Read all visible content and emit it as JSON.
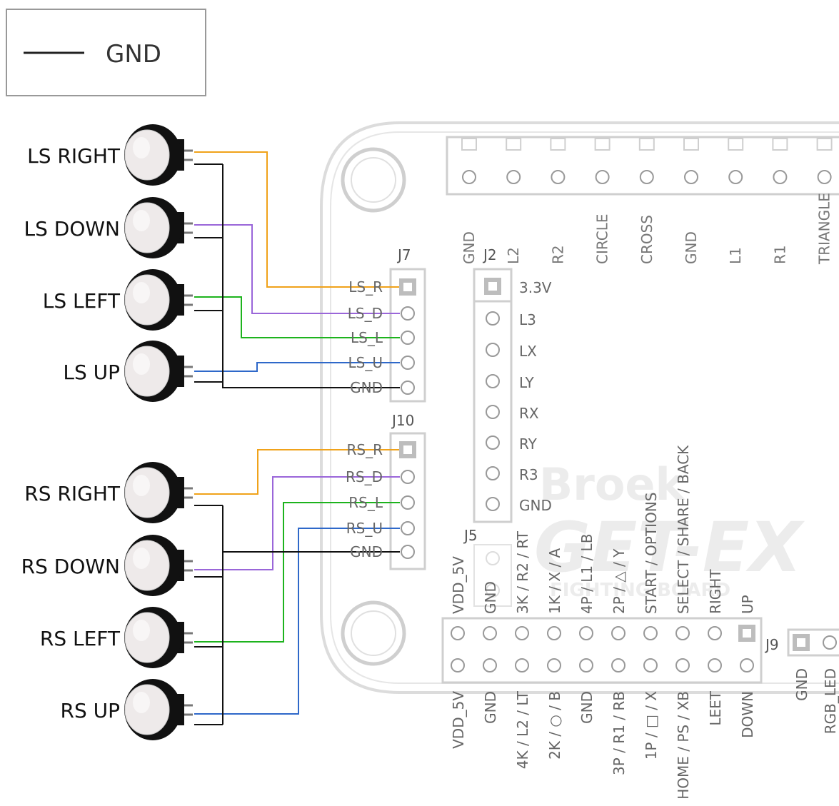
{
  "legend": {
    "label": "GND"
  },
  "buttons": [
    {
      "label": "LS RIGHT",
      "wire": "#f0a21a"
    },
    {
      "label": "LS DOWN",
      "wire": "#9a66d9"
    },
    {
      "label": "LS LEFT",
      "wire": "#1db31d"
    },
    {
      "label": "LS UP",
      "wire": "#2e68c9"
    },
    {
      "label": "RS RIGHT",
      "wire": "#f0a21a"
    },
    {
      "label": "RS DOWN",
      "wire": "#9a66d9"
    },
    {
      "label": "RS LEFT",
      "wire": "#1db31d"
    },
    {
      "label": "RS UP",
      "wire": "#2e68c9"
    }
  ],
  "j7": {
    "title": "J7",
    "pins": [
      "LS_R",
      "LS_D",
      "LS_L",
      "LS_U",
      "GND"
    ]
  },
  "j10": {
    "title": "J10",
    "pins": [
      "RS_R",
      "RS_D",
      "RS_L",
      "RS_U",
      "GND"
    ]
  },
  "j2": {
    "title": "J2",
    "pins": [
      "3.3V",
      "L3",
      "LX",
      "LY",
      "RX",
      "RY",
      "R3",
      "GND"
    ]
  },
  "j5": {
    "title": "J5"
  },
  "j9": {
    "title": "J9",
    "pins": [
      "GND",
      "RGB_LED"
    ]
  },
  "top_header": {
    "pins": [
      "GND",
      "L2",
      "R2",
      "CIRCLE",
      "CROSS",
      "GND",
      "L1",
      "R1",
      "TRIANGLE"
    ]
  },
  "bottom_header": {
    "upper_pins": [
      "VDD_5V",
      "GND",
      "3K / R2 / RT",
      "1K / X / A",
      "4P / L1 / LB",
      "2P / △ / Y",
      "START / OPTIONS",
      "SELECT / SHARE / BACK",
      "RIGHT",
      "UP"
    ],
    "lower_pins": [
      "VDD_5V",
      "GND",
      "4K / L2 / LT",
      "2K / ○ / B",
      "GND",
      "3P / R1 / RB",
      "1P / □ / X",
      "HOME / PS / XB",
      "LEET",
      "DOWN"
    ]
  },
  "watermark": {
    "line1": "Broek",
    "line2": "GET-EX",
    "line3": "FIGHTING BOARD"
  },
  "colors": {
    "gnd_wire": "#111111",
    "board_outline": "#d8d8d8",
    "pin_stroke": "#999999"
  }
}
